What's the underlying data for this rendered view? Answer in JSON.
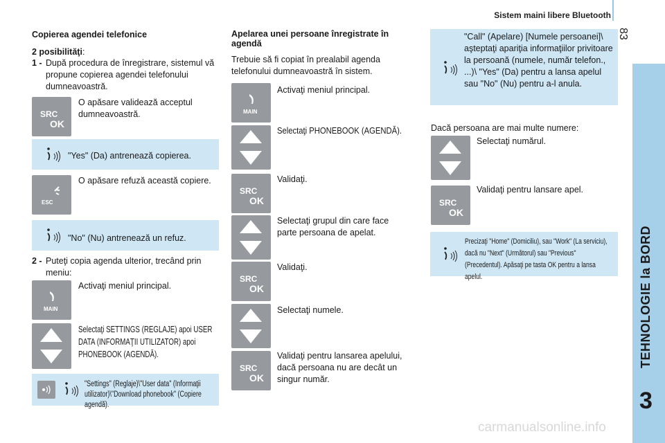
{
  "header": {
    "title": "Sistem maini libere Bluetooth",
    "page_number": "83"
  },
  "sidebar": {
    "title": "TEHNOLOGIE la BORD",
    "chapter": "3"
  },
  "watermark": "carmanualsonline.info",
  "col1": {
    "heading": "Copierea agendei telefonice",
    "possibilities": "2 posibilităţi",
    "colon": ":",
    "item1_num": "1 -",
    "item1_text": "După procedura de înregistrare, sistemul vă propune copierea agendei telefonului dumneavoastră.",
    "src_ok_text": "O apăsare validează acceptul dumneavoastră.",
    "yes_voice": "\"Yes\" (Da) antrenează copierea.",
    "esc_text": "O apăsare refuză această copiere.",
    "no_voice": "\"No\" (Nu) antrenează un refuz.",
    "item2_num": "2 -",
    "item2_text": "Puteţi copia agenda ulterior, trecând prin meniu:",
    "main_text": "Activaţi meniul principal.",
    "settings_text": "Selectaţi SETTINGS (REGLAJE) apoi USER DATA (INFORMAŢII UTILIZATOR) apoi PHONEBOOK (AGENDĂ).",
    "settings_voice": "\"Settings\" (Reglaje)\\\"User data\" (Informaţii utilizator)\\\"Download phonebook\" (Copiere agendă)."
  },
  "col2": {
    "heading": "Apelarea unei persoane înregistrate în agendă",
    "intro": "Trebuie să fi copiat în prealabil agenda telefonului dumneavoastră în sistem.",
    "steps": [
      "Activaţi meniul principal.",
      "Selectaţi PHONEBOOK (AGENDĂ).",
      "Validaţi.",
      "Selectaţi grupul din care face parte persoana de apelat.",
      "Validaţi.",
      "Selectaţi numele.",
      "Validaţi pentru lansarea apelului, dacă persoana nu are decât un singur număr."
    ]
  },
  "col3": {
    "call_voice": "\"Call\" (Apelare) [Numele persoanei]\\ aşteptaţi apariţia informaţiilor privitoare la persoană (numele, număr telefon., ...)\\ \"Yes\" (Da) pentru a lansa apelul sau \"No\" (Nu) pentru a-l anula.",
    "multi_numbers": "Dacă persoana are mai multe numere:",
    "select_number": "Selectaţi numărul.",
    "validate_call": "Validaţi pentru lansare apel.",
    "note": "Precizaţi \"Home\" (Domiciliu), sau \"Work\" (La serviciu), dacă nu \"Next\" (Următorul) sau \"Previous\" (Precedentul). Apăsaţi pe tasta OK pentru a lansa apelul."
  },
  "buttons": {
    "src": "SRC",
    "ok": "OK",
    "esc": "ESC",
    "main": "MAIN"
  }
}
